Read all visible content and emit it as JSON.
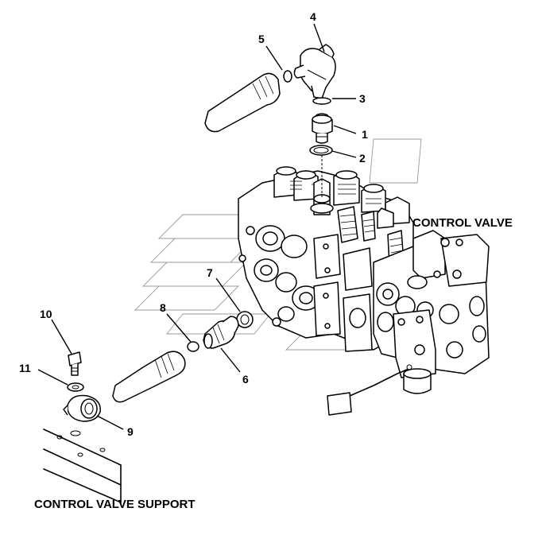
{
  "callouts": {
    "c1": "1",
    "c2": "2",
    "c3": "3",
    "c4": "4",
    "c5": "5",
    "c6": "6",
    "c7": "7",
    "c8": "8",
    "c9": "9",
    "c10": "10",
    "c11": "11"
  },
  "labels": {
    "control_valve": "CONTROL VALVE",
    "control_valve_support": "CONTROL VALVE SUPPORT"
  }
}
